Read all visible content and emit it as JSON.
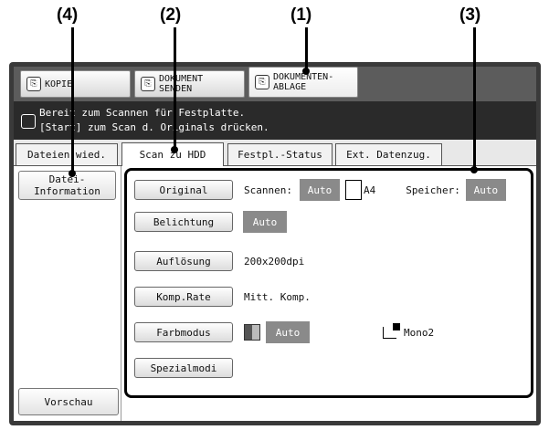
{
  "callouts": {
    "c1": "(1)",
    "c2": "(2)",
    "c3": "(3)",
    "c4": "(4)"
  },
  "modes": {
    "kopie": "KOPIE",
    "dokument_senden": "DOKUMENT\nSENDEN",
    "dokumenten_ablage": "DOKUMENTEN-\nABLAGE"
  },
  "message": "Bereit zum Scannen für Festplatte.\n[Start] zum Scan d. Originals drücken.",
  "tabs": [
    "Dateien wied.",
    "Scan zu HDD",
    "Festpl.-Status",
    "Ext. Datenzug."
  ],
  "sidebar": {
    "datei_info": "Datei-\nInformation",
    "vorschau": "Vorschau"
  },
  "settings": {
    "original": {
      "label": "Original",
      "scannen_label": "Scannen:",
      "scannen_value": "Auto",
      "paper": "A4",
      "speicher_label": "Speicher:",
      "speicher_value": "Auto"
    },
    "belichtung": {
      "label": "Belichtung",
      "value": "Auto"
    },
    "aufloesung": {
      "label": "Auflösung",
      "value": "200x200dpi"
    },
    "komp_rate": {
      "label": "Komp.Rate",
      "value": "Mitt. Komp."
    },
    "farbmodus": {
      "label": "Farbmodus",
      "value": "Auto",
      "mono": "Mono2"
    },
    "spezialmodi": {
      "label": "Spezialmodi"
    }
  }
}
